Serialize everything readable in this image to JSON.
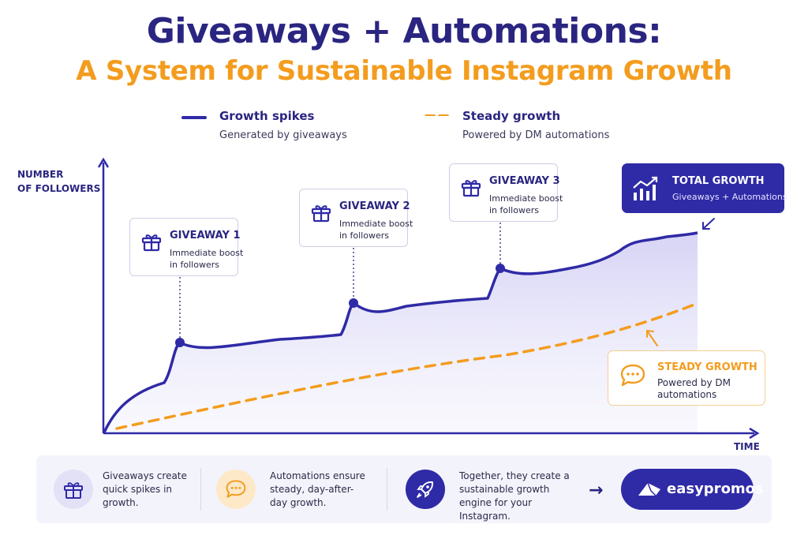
{
  "title": "Giveaways + Automations:",
  "subtitle": "A System for Sustainable Instagram Growth",
  "legend": {
    "spikes": {
      "title": "Growth spikes",
      "sub": "Generated by giveaways",
      "color": "#2f2aa6"
    },
    "steady": {
      "title": "Steady growth",
      "sub": "Powered by DM automations",
      "color": "#f39c1e"
    }
  },
  "axes": {
    "y_label_1": "NUMBER",
    "y_label_2": "OF FOLLOWERS",
    "x_label": "TIME"
  },
  "giveaways": [
    {
      "title": "GIVEAWAY 1",
      "desc": "Immediate boost in followers"
    },
    {
      "title": "GIVEAWAY 2",
      "desc": "Immediate boost in followers"
    },
    {
      "title": "GIVEAWAY 3",
      "desc": "Immediate boost in followers"
    }
  ],
  "total": {
    "title": "TOTAL GROWTH",
    "sub": "Giveaways + Automations"
  },
  "steady_card": {
    "title": "STEADY GROWTH",
    "desc": "Powered by DM automations"
  },
  "bottom": {
    "item1": "Giveaways create quick spikes in growth.",
    "item2": "Automations ensure steady, day-after-day growth.",
    "item3": "Together, they create a sustainable growth engine for your Instagram.",
    "brand": "easypromos"
  },
  "icons": [
    "gift-icon",
    "chat-bubble-icon",
    "rocket-icon",
    "bar-chart-icon",
    "arrow-right-icon"
  ]
}
